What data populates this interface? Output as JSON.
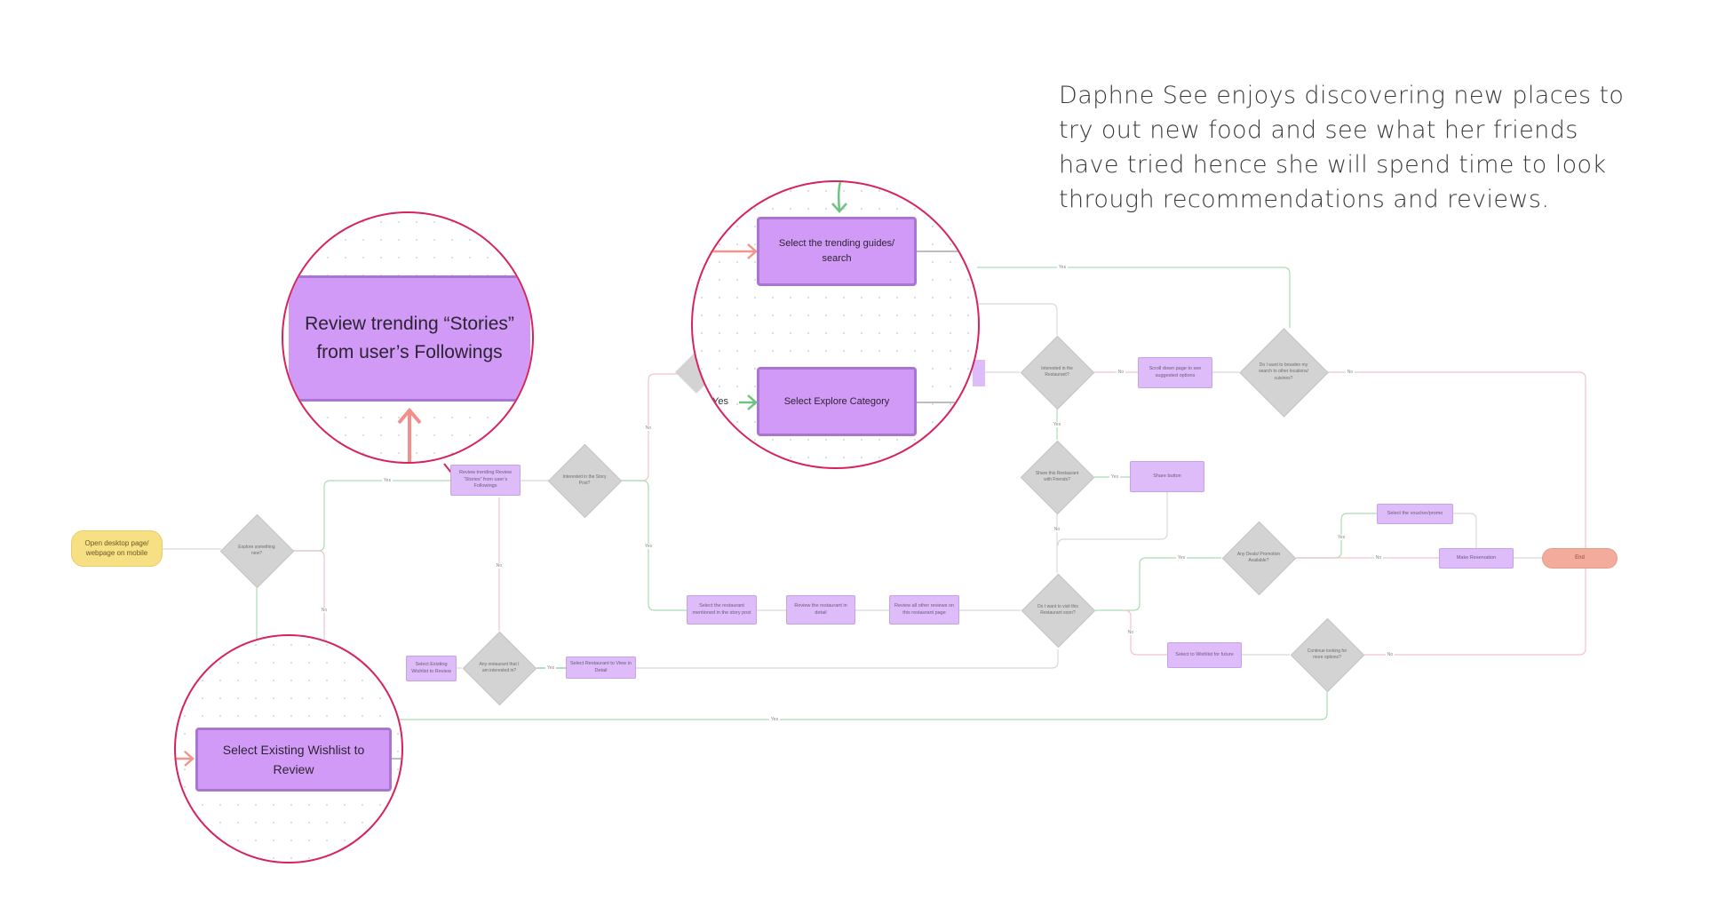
{
  "persona": {
    "description": "Daphne See enjoys discovering new places to try out new food and see what her friends have tried hence she will spend time to look through recommendations and reviews."
  },
  "nodes": {
    "start": "Open desktop page/ webpage on mobile",
    "explore_new": "Explore something new?",
    "review_stories": "Review trending Review “Stories” from user’s Followings",
    "interested_story": "Interested in the Story Post?",
    "select_wishlist": "Select Existing Wishlist to Review",
    "any_restaurant": "Any restaurant that I am interested in?",
    "select_restaurant_detail": "Select Restaurant to View in Detail",
    "select_mentioned": "Select the restaurant mentioned in the story post",
    "review_detail": "Review the restaurant in detail",
    "review_others": "Review all other reviews on this restaurant page",
    "visit_soon": "Do I want to visit this Restaurant soon?",
    "interested_restaurant": "Interested in the Restaurant?",
    "scroll_down": "Scroll down page to see suggested options",
    "broaden_search": "Do I want to broaden my search to other locations/ cuisines?",
    "share_friends": "Share this Restaurant with Friends?",
    "share_button": "Share button",
    "deals": "Any Deals/ Promotion Available?",
    "select_voucher": "Select the voucher/promo",
    "make_reservation": "Make Reservation",
    "end": "End",
    "wishlist_future": "Select to Wishlist for future",
    "continue_looking": "Continue looking for more options?"
  },
  "zoom": {
    "stories": "Review trending “Stories” from user’s Followings",
    "trending": "Select the trending guides/ search",
    "explore": "Select Explore Category",
    "explore_yes": "Yes",
    "wishlist": "Select Existing Wishlist to Review"
  },
  "edge_labels": {
    "yes": "Yes",
    "no": "No"
  }
}
